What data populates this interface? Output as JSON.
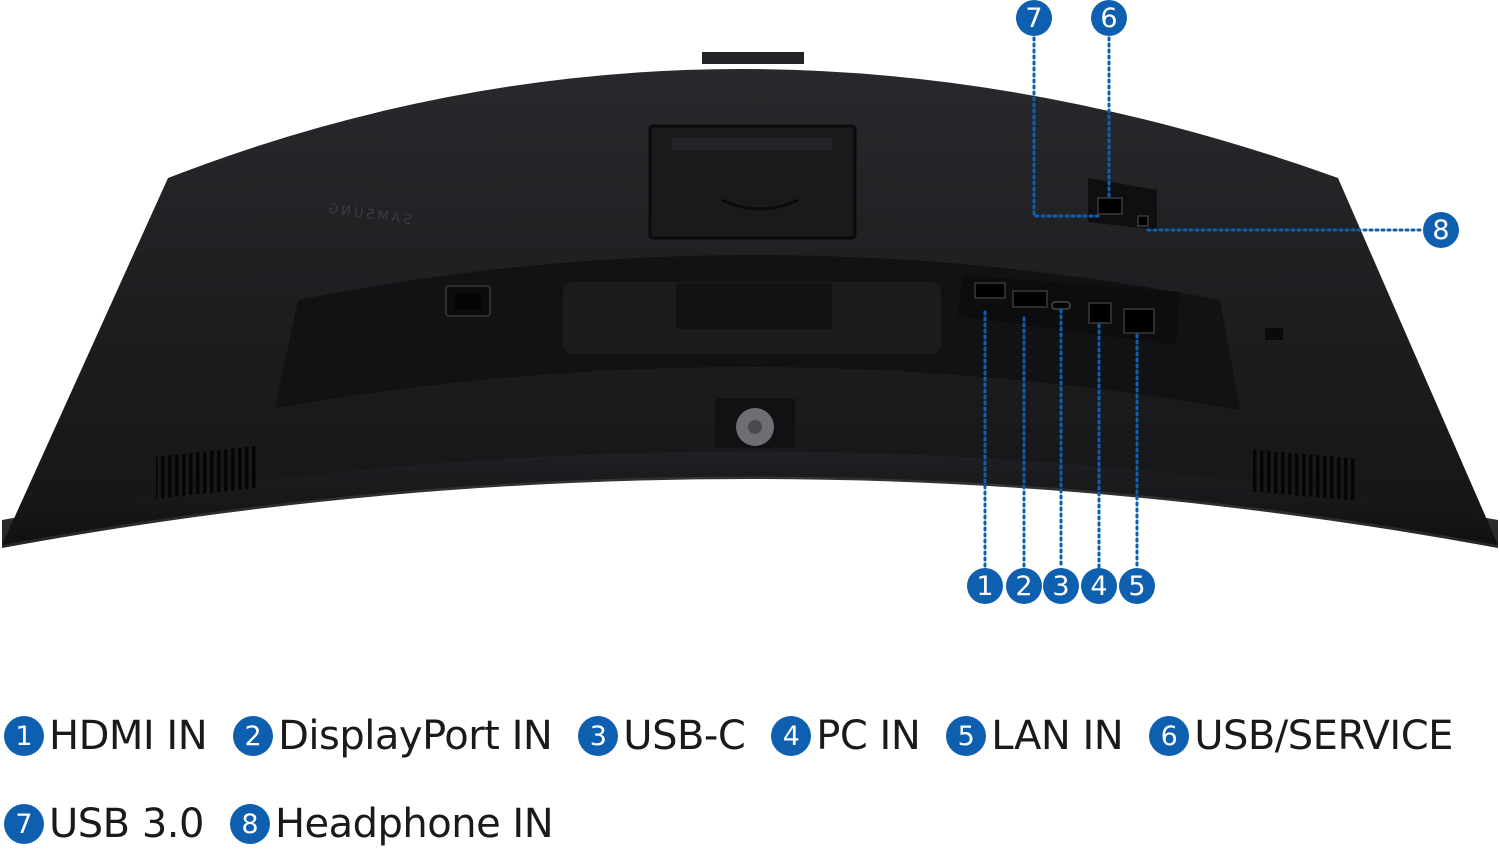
{
  "brand_logo": "SAMSUNG",
  "colors": {
    "accent": "#0e5fb0",
    "body": "#1d1e20",
    "body_dark": "#101112",
    "edge": "#2a2b2e",
    "text": "#1a1a1a"
  },
  "callouts": [
    {
      "num": "1",
      "label": "HDMI IN"
    },
    {
      "num": "2",
      "label": "DisplayPort IN"
    },
    {
      "num": "3",
      "label": "USB-C"
    },
    {
      "num": "4",
      "label": "PC IN"
    },
    {
      "num": "5",
      "label": "LAN IN"
    },
    {
      "num": "6",
      "label": "USB/SERVICE"
    },
    {
      "num": "7",
      "label": "USB 3.0"
    },
    {
      "num": "8",
      "label": "Headphone IN"
    }
  ]
}
